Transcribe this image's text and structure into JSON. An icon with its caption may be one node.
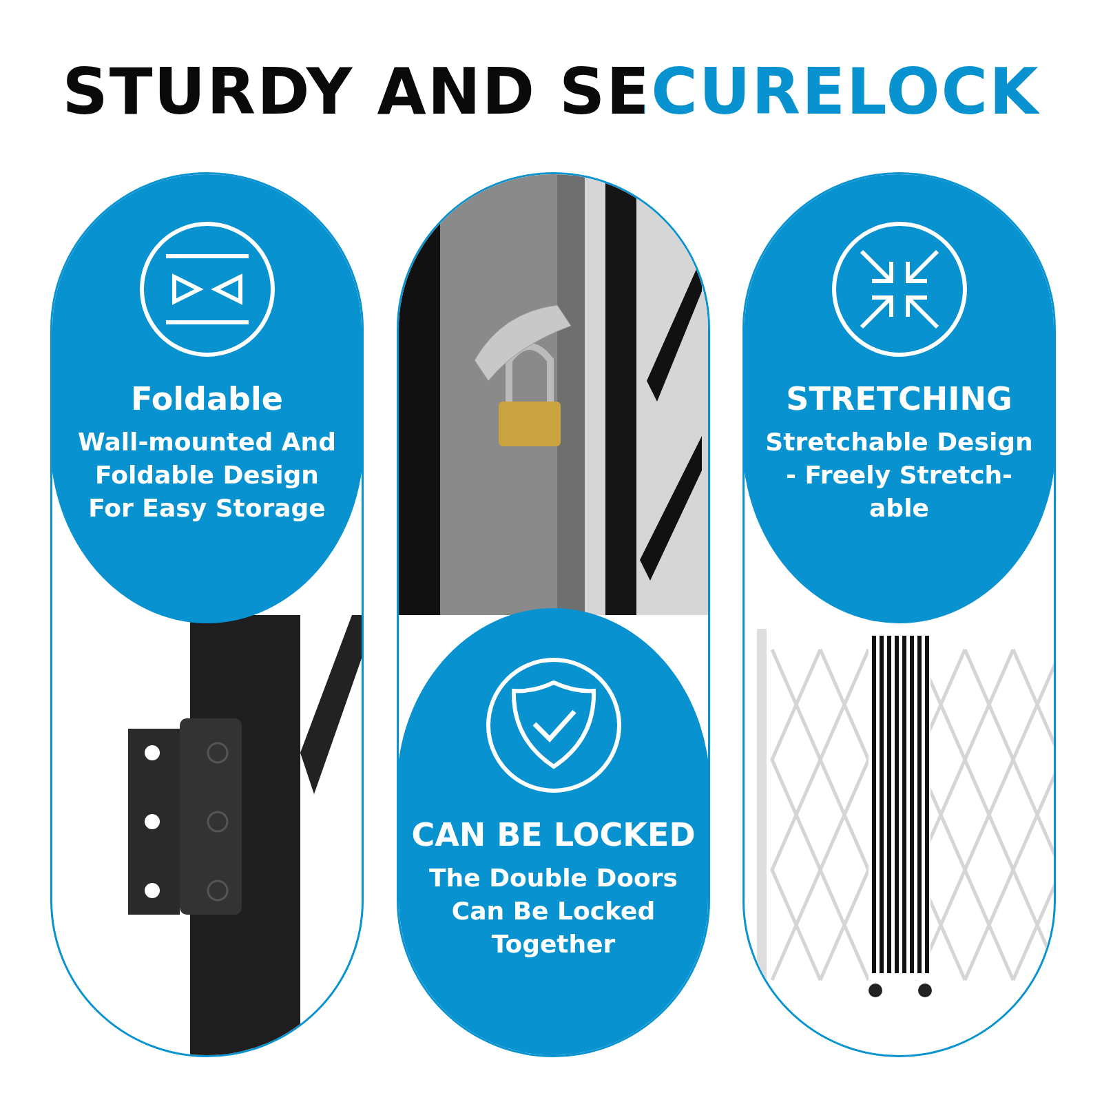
{
  "diagram": {
    "title": "STURDY AND SECURELOCK",
    "nodes": [
      {
        "text": [],
        "shape": "box"
      },
      {
        "text": [
          "Foldable",
          "Wall-mounted And Foldable Design For Easy Storage"
        ],
        "in": 0
      },
      {
        "text": [],
        "shape": "box"
      },
      {
        "text": [
          "CAN BE LOCKED",
          "The Double Doors Can Be Locked Together"
        ],
        "in": 2
      },
      {
        "text": [],
        "shape": "box"
      },
      {
        "text": [
          "STRETCHING",
          "Stretchable Design - Freely Stretch- able"
        ],
        "in": 4
      }
    ],
    "edges": []
  }
}
